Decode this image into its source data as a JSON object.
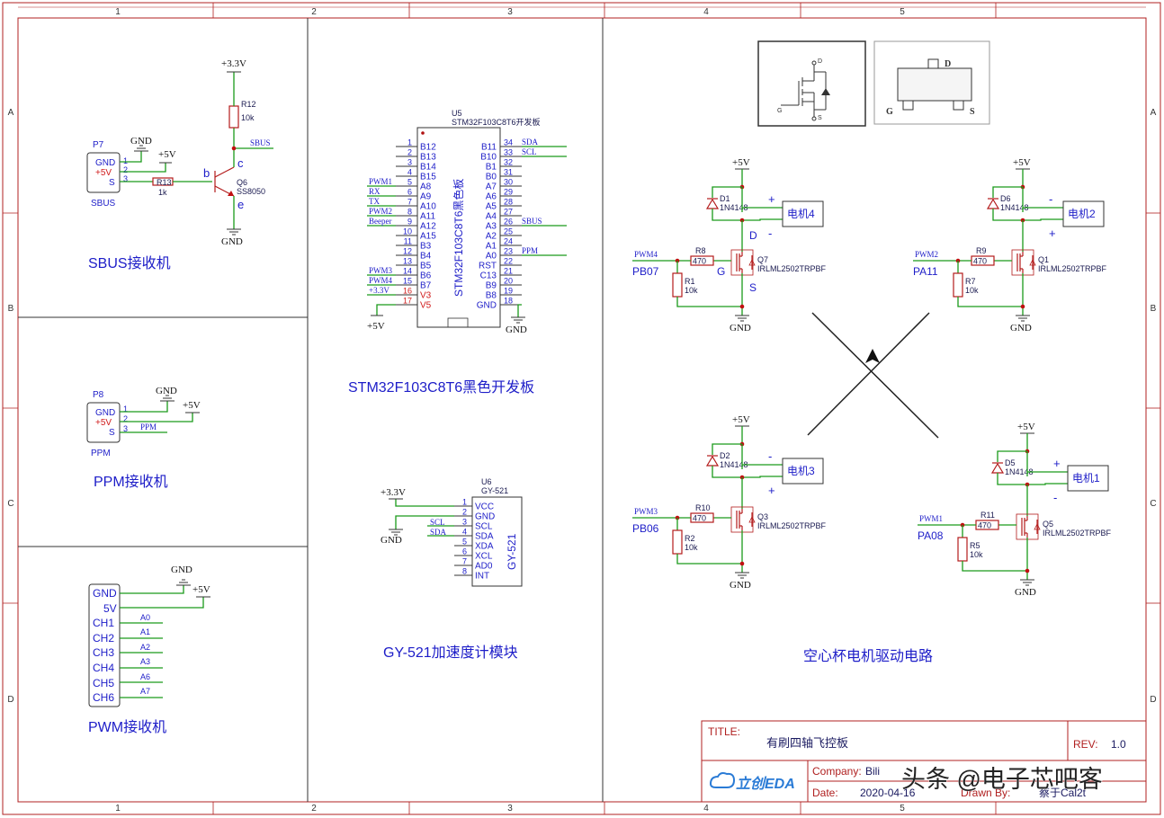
{
  "frame": {
    "col_labels": [
      "1",
      "2",
      "3",
      "4",
      "5"
    ],
    "row_labels": [
      "A",
      "B",
      "C",
      "D"
    ]
  },
  "sbus": {
    "title": "SBUS接收机",
    "conn_ref": "P7",
    "conn_name": "SBUS",
    "pins": [
      "GND",
      "+5V",
      "S"
    ],
    "pin_nums": [
      "1",
      "2",
      "3"
    ],
    "gnd": "GND",
    "vcc5": "+5V",
    "vcc33": "+3.3V",
    "r12_ref": "R12",
    "r12_val": "10k",
    "r13_ref": "R13",
    "r13_val": "1k",
    "q6_ref": "Q6",
    "q6_val": "SS8050",
    "b": "b",
    "c": "c",
    "e": "e",
    "net": "SBUS"
  },
  "ppm": {
    "title": "PPM接收机",
    "conn_ref": "P8",
    "conn_name": "PPM",
    "pins": [
      "GND",
      "+5V",
      "S"
    ],
    "pin_nums": [
      "1",
      "2",
      "3"
    ],
    "gnd": "GND",
    "vcc5": "+5V",
    "net": "PPM"
  },
  "pwm": {
    "title": "PWM接收机",
    "pins": [
      "GND",
      "5V",
      "CH1",
      "CH2",
      "CH3",
      "CH4",
      "CH5",
      "CH6"
    ],
    "nets": [
      "A0",
      "A1",
      "A2",
      "A3",
      "A6",
      "A7"
    ],
    "gnd": "GND",
    "vcc5": "+5V"
  },
  "mcu": {
    "title": "STM32F103C8T6黑色开发板",
    "ref": "U5",
    "name": "STM32F103C8T6开发板",
    "body_text": "STM32F103C8T6黑色板",
    "left_pins": [
      {
        "n": "1",
        "name": "B12",
        "net": ""
      },
      {
        "n": "2",
        "name": "B13",
        "net": ""
      },
      {
        "n": "3",
        "name": "B14",
        "net": ""
      },
      {
        "n": "4",
        "name": "B15",
        "net": ""
      },
      {
        "n": "5",
        "name": "A8",
        "net": "PWM1"
      },
      {
        "n": "6",
        "name": "A9",
        "net": "RX"
      },
      {
        "n": "7",
        "name": "A10",
        "net": "TX"
      },
      {
        "n": "8",
        "name": "A11",
        "net": "PWM2"
      },
      {
        "n": "9",
        "name": "A12",
        "net": "Beeper"
      },
      {
        "n": "10",
        "name": "A15",
        "net": ""
      },
      {
        "n": "11",
        "name": "B3",
        "net": ""
      },
      {
        "n": "12",
        "name": "B4",
        "net": ""
      },
      {
        "n": "13",
        "name": "B5",
        "net": ""
      },
      {
        "n": "14",
        "name": "B6",
        "net": "PWM3"
      },
      {
        "n": "15",
        "name": "B7",
        "net": "PWM4"
      },
      {
        "n": "16",
        "name": "V3",
        "net": "+3.3V"
      },
      {
        "n": "17",
        "name": "V5",
        "net": ""
      }
    ],
    "right_pins": [
      {
        "n": "34",
        "name": "B11",
        "net": "SDA"
      },
      {
        "n": "33",
        "name": "B10",
        "net": "SCL"
      },
      {
        "n": "32",
        "name": "B1",
        "net": ""
      },
      {
        "n": "31",
        "name": "B0",
        "net": ""
      },
      {
        "n": "30",
        "name": "A7",
        "net": ""
      },
      {
        "n": "29",
        "name": "A6",
        "net": ""
      },
      {
        "n": "28",
        "name": "A5",
        "net": ""
      },
      {
        "n": "27",
        "name": "A4",
        "net": ""
      },
      {
        "n": "26",
        "name": "A3",
        "net": "SBUS"
      },
      {
        "n": "25",
        "name": "A2",
        "net": ""
      },
      {
        "n": "24",
        "name": "A1",
        "net": ""
      },
      {
        "n": "23",
        "name": "A0",
        "net": "PPM"
      },
      {
        "n": "22",
        "name": "RST",
        "net": ""
      },
      {
        "n": "21",
        "name": "C13",
        "net": ""
      },
      {
        "n": "20",
        "name": "B9",
        "net": ""
      },
      {
        "n": "19",
        "name": "B8",
        "net": ""
      },
      {
        "n": "18",
        "name": "GND",
        "net": ""
      }
    ],
    "vcc5": "+5V",
    "gnd": "GND"
  },
  "imu": {
    "title": "GY-521加速度计模块",
    "ref": "U6",
    "name": "GY-521",
    "body_text": "GY-521",
    "pins": [
      {
        "n": "1",
        "name": "VCC"
      },
      {
        "n": "2",
        "name": "GND"
      },
      {
        "n": "3",
        "name": "SCL"
      },
      {
        "n": "4",
        "name": "SDA"
      },
      {
        "n": "5",
        "name": "XDA"
      },
      {
        "n": "6",
        "name": "XCL"
      },
      {
        "n": "7",
        "name": "AD0"
      },
      {
        "n": "8",
        "name": "INT"
      }
    ],
    "vcc33": "+3.3V",
    "gnd": "GND",
    "scl": "SCL",
    "sda": "SDA"
  },
  "motor": {
    "title": "空心杯电机驱动电路",
    "pkg_labels": [
      "D",
      "G",
      "S"
    ],
    "vcc5": "+5V",
    "gnd": "GND",
    "diode_val": "1N4148",
    "mos_val": "IRLML2502TRPBF",
    "gate_r_val": "470",
    "pull_r_val": "10k",
    "plus": "+",
    "minus": "-",
    "D": "D",
    "G": "G",
    "S": "S",
    "m4": {
      "motor": "电机4",
      "d": "D1",
      "q": "Q7",
      "rg": "R8",
      "rp": "R1",
      "net": "PWM4",
      "pin": "PB07"
    },
    "m2": {
      "motor": "电机2",
      "d": "D6",
      "q": "Q1",
      "rg": "R9",
      "rp": "R7",
      "net": "PWM2",
      "pin": "PA11"
    },
    "m3": {
      "motor": "电机3",
      "d": "D2",
      "q": "Q3",
      "rg": "R10",
      "rp": "R2",
      "net": "PWM3",
      "pin": "PB06"
    },
    "m1": {
      "motor": "电机1",
      "d": "D5",
      "q": "Q5",
      "rg": "R11",
      "rp": "R5",
      "net": "PWM1",
      "pin": "PA08"
    }
  },
  "title_block": {
    "title_label": "TITLE:",
    "title": "有刷四轴飞控板",
    "rev_label": "REV:",
    "rev": "1.0",
    "company_label": "Company:",
    "company": "Bili",
    "date_label": "Date:",
    "date": "2020-04-16",
    "drawn_label": "Drawn By:",
    "drawn": "蔡于Cal2t",
    "logo": "立创EDA"
  },
  "watermark": "头条 @电子芯吧客"
}
